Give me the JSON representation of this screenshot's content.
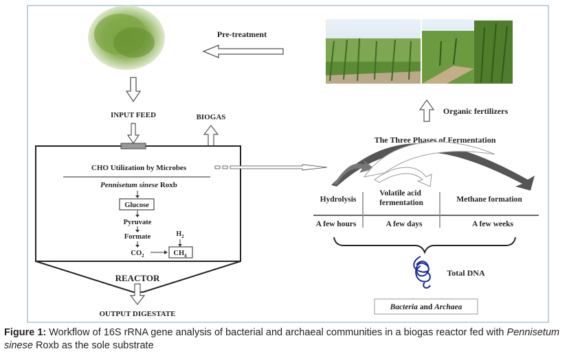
{
  "pretreatment": "Pre-treatment",
  "input_feed": "INPUT FEED",
  "biogas": "BIOGAS",
  "organic_fertilizers": "Organic fertilizers",
  "three_phases_title": "The Three Phases of Fermentation",
  "cho": "CHO Utilization by Microbes",
  "pennisetum_italic": "Pennisetum sinese",
  "pennisetum_rest": " Roxb",
  "glucose": "Glucose",
  "pyruvate": "Pyruvate",
  "formate": "Formate",
  "co2_main": "CO",
  "co2_sub": "2",
  "h2_main": "H",
  "h2_sub": "2",
  "ch4_main": "CH",
  "ch4_sub": "4",
  "reactor": "REACTOR",
  "output_digestate": "OUTPUT DIGESTATE",
  "phases": [
    {
      "name_lines": [
        "Hydrolysis"
      ],
      "time": "A few hours"
    },
    {
      "name_lines": [
        "Volatile acid",
        "fermentation"
      ],
      "time": "A few days"
    },
    {
      "name_lines": [
        "Methane formation"
      ],
      "time": "A few weeks"
    }
  ],
  "total_dna": "Total DNA",
  "bacteria": "Bacteria",
  "and": " and ",
  "archaea": "Archaea",
  "caption": {
    "label": "Figure 1:",
    "text1": " Workflow of 16S rRNA gene analysis of bacterial and archaeal communities in a biogas reactor fed with ",
    "italic": "Pennisetum sinese",
    "text2": " Roxb as the sole substrate"
  }
}
